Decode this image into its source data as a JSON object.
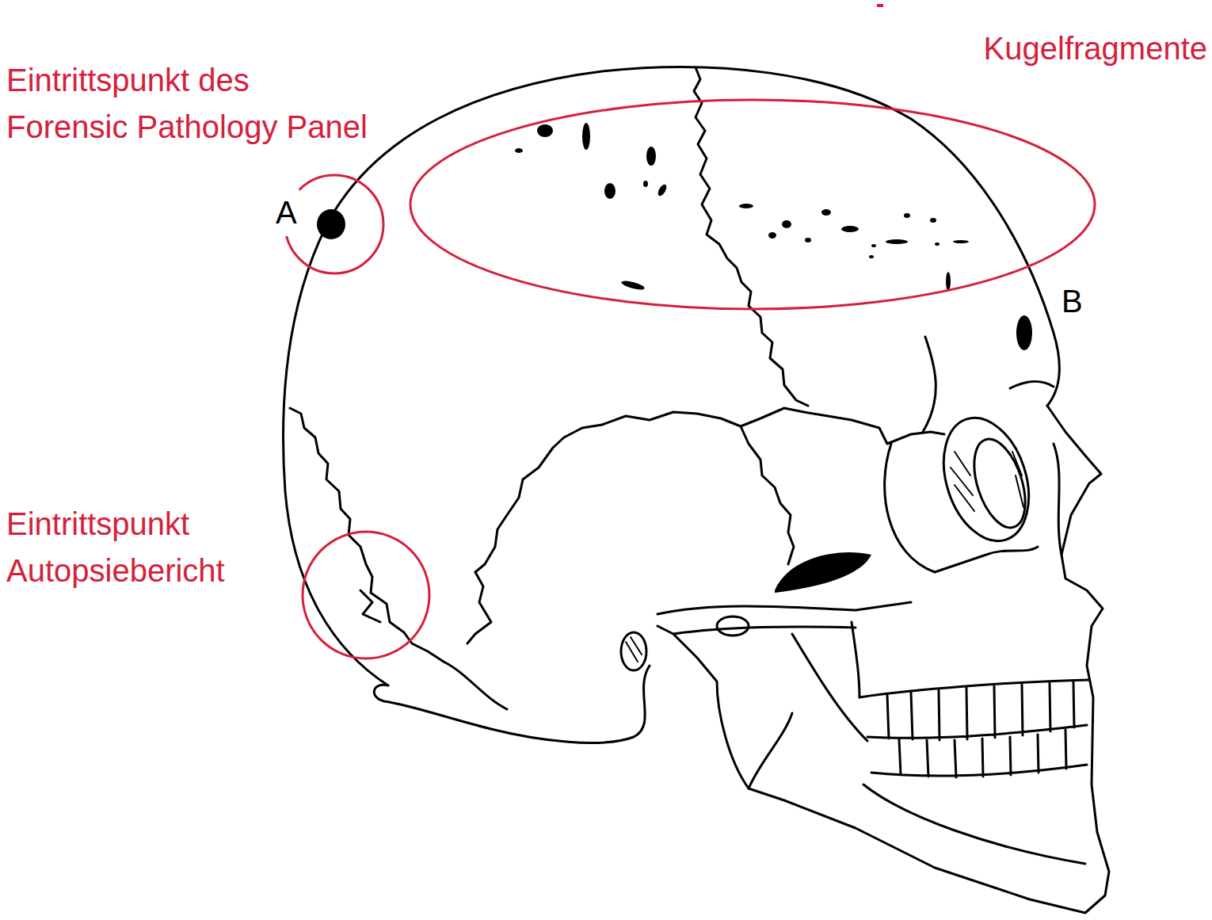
{
  "diagram": {
    "labels": [
      "Eintrittspunkt des Forensic Pathology Panel",
      "Kugelfragmente",
      "Eintrittspunkt Autopsiebericht",
      "A",
      "B"
    ]
  }
}
